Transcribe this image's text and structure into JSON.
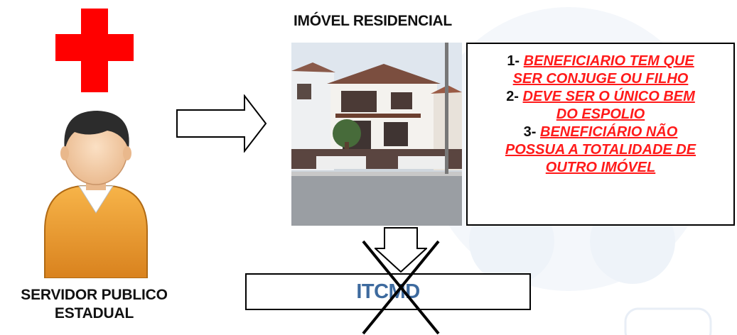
{
  "servidor": {
    "line1": "SERVIDOR PUBLICO",
    "line2": "ESTADUAL"
  },
  "imovel": {
    "title": "IMÓVEL RESIDENCIAL"
  },
  "requirements": [
    {
      "num": "1-",
      "text_a": "BENEFICIARIO TEM QUE",
      "text_b": "SER CONJUGE OU FILHO"
    },
    {
      "num": "2-",
      "text_a": "DEVE SER O ÚNICO BEM",
      "text_b": "DO ESPOLIO"
    },
    {
      "num": "3-",
      "text_a": "BENEFICIÁRIO NÃO",
      "text_b": "POSSUA A TOTALIDADE DE",
      "text_c": "OUTRO IMÓVEL"
    }
  ],
  "itcmd": {
    "label": "ITCMD"
  },
  "colors": {
    "requirement": "#ff1a1a",
    "itcmd": "#3d6a9e",
    "cross": "#ff0000",
    "person_shirt": "#f0a23c"
  }
}
